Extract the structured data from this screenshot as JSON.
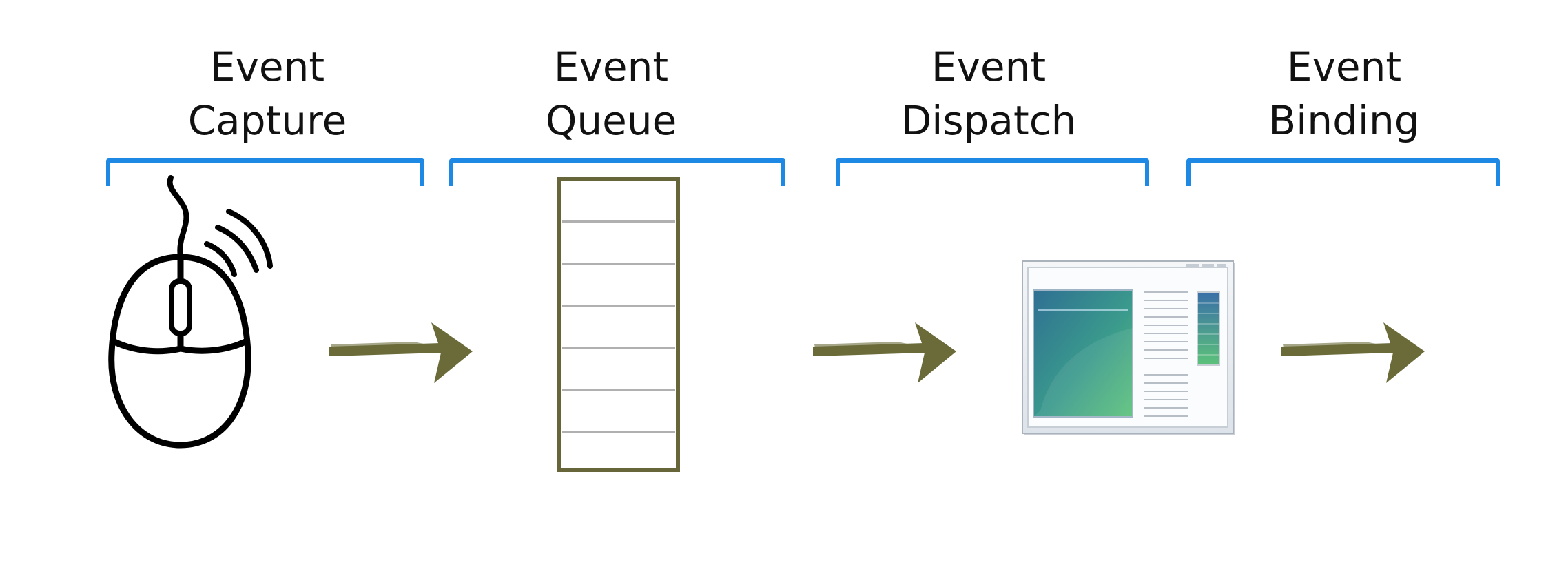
{
  "colors": {
    "bracket": "#1e88e5",
    "arrow": "#6b6b3a",
    "queue_border": "#66663a",
    "queue_slot": "#b0b0b0",
    "icon_stroke": "#000000"
  },
  "stages": [
    {
      "line1": "Event",
      "line2": "Capture",
      "icon": "mouse-icon"
    },
    {
      "line1": "Event",
      "line2": "Queue",
      "icon": "queue-icon"
    },
    {
      "line1": "Event",
      "line2": "Dispatch",
      "icon": "app-window-icon"
    },
    {
      "line1": "Event",
      "line2": "Binding",
      "icon": "none"
    }
  ],
  "queue": {
    "slots": 7
  }
}
